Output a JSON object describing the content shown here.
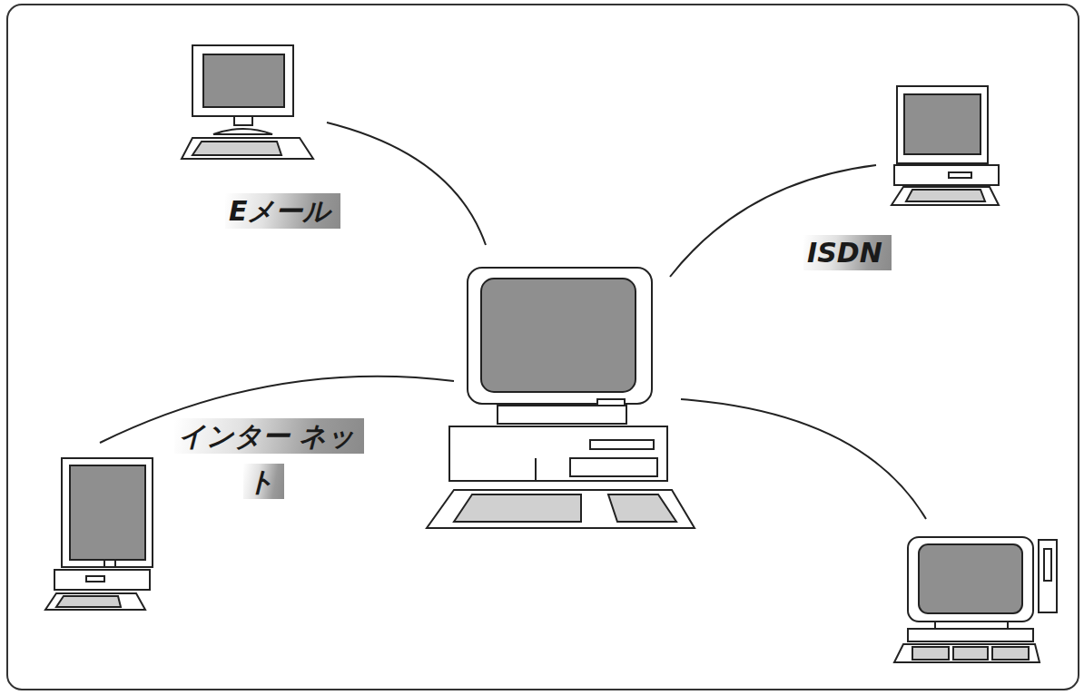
{
  "diagram": {
    "labels": [
      "Eメール",
      "ISDN",
      "インター ネット"
    ]
  }
}
